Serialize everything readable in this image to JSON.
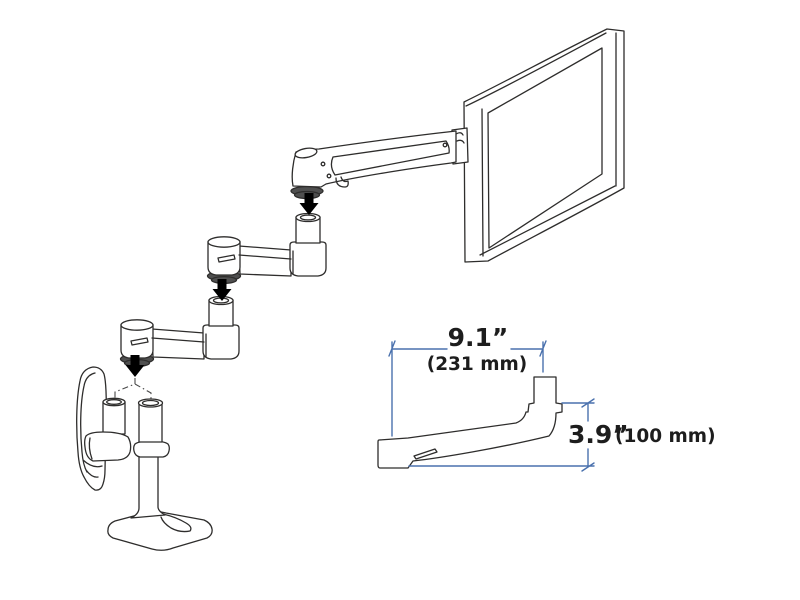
{
  "colors": {
    "background": "#ffffff",
    "line": "#2e2d2c",
    "fill": "#ffffff",
    "dimension_line": "#4a71ad",
    "arrow_fill": "#000000",
    "bushing_fill": "#4f4f4f",
    "text": "#1d1d1d"
  },
  "parts": [
    "monitor",
    "lx-arm",
    "extension-arm-upper",
    "extension-arm-lower",
    "wall-mount-bracket",
    "desk-stand-base",
    "assembly-arrows",
    "mount-option-connectors",
    "arm-side-view"
  ],
  "dimensions": {
    "width": {
      "inches": "9.1”",
      "metric": "(231 mm)"
    },
    "height": {
      "inches": "3.9”",
      "metric": "(100 mm)"
    }
  }
}
